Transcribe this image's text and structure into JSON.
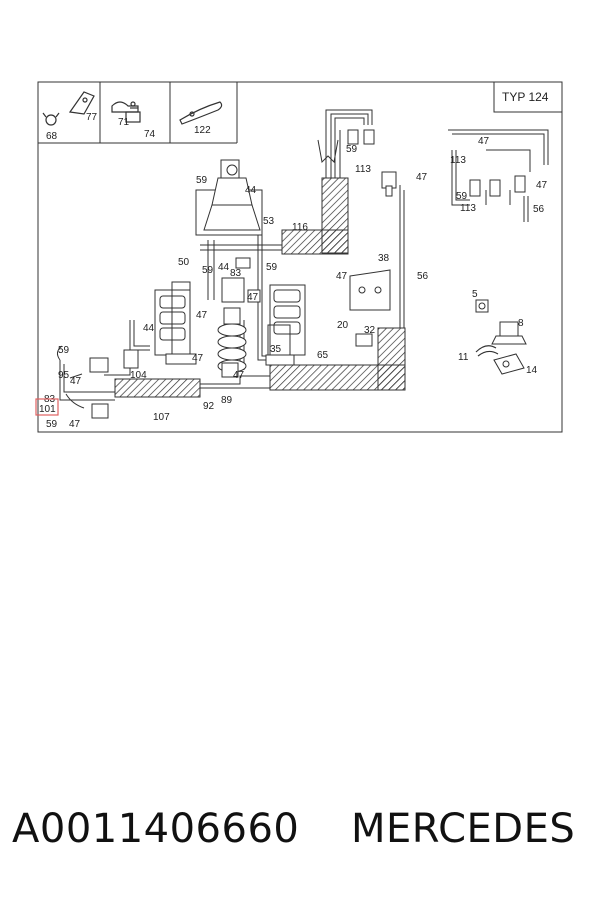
{
  "diagram": {
    "type_label": "TYP 124",
    "legend_labels": [
      "68",
      "77",
      "71",
      "74",
      "122"
    ],
    "callouts": [
      "59",
      "44",
      "53",
      "116",
      "50",
      "59",
      "44",
      "83",
      "59",
      "47",
      "47",
      "44",
      "104",
      "59",
      "95",
      "47",
      "83",
      "101",
      "59",
      "47",
      "107",
      "92",
      "89",
      "47",
      "47",
      "35",
      "65",
      "59",
      "113",
      "47",
      "47",
      "38",
      "56",
      "20",
      "32",
      "47",
      "113",
      "59",
      "113",
      "47",
      "56",
      "5",
      "8",
      "11",
      "14"
    ],
    "highlighted_callout": "101",
    "highlight_color": "#e06060"
  },
  "footer": {
    "part_number": "A0011406660",
    "brand": "MERCEDES"
  }
}
